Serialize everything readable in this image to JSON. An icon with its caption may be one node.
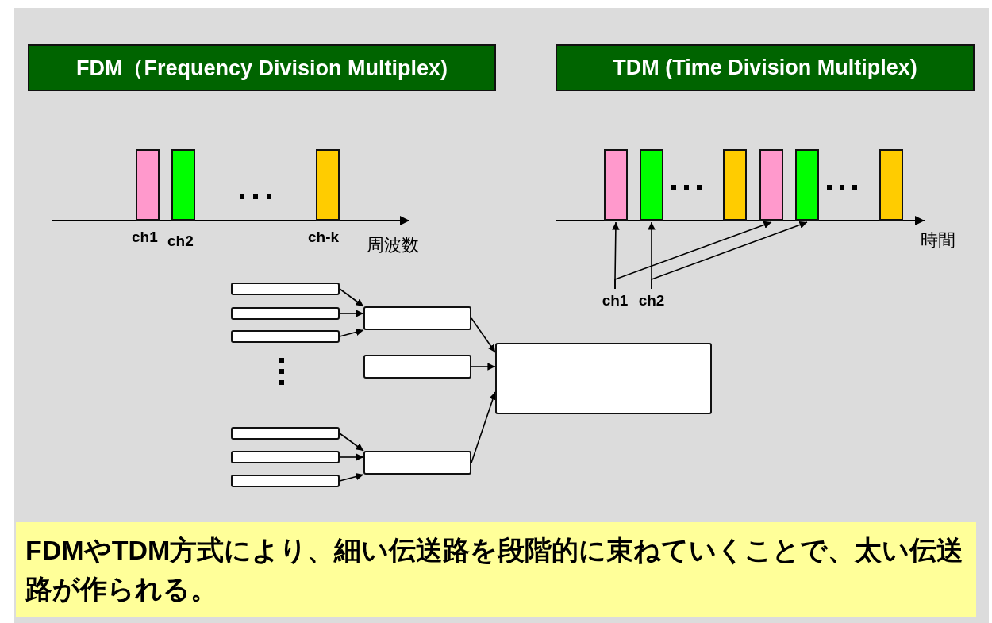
{
  "diagram": {
    "nodes": [
      {
        "text": [
          "FDM（Frequency Division Multiplex)"
        ]
      },
      {
        "text": [
          "TDM (Time Division Multiplex)"
        ]
      },
      {
        "text": [],
        "shape": "bar"
      },
      {
        "text": [],
        "shape": "bar"
      },
      {
        "text": [],
        "shape": "bar"
      },
      {
        "text": [],
        "shape": "bar"
      },
      {
        "text": [],
        "shape": "bar"
      },
      {
        "text": [],
        "shape": "bar"
      },
      {
        "text": [],
        "shape": "bar"
      },
      {
        "text": [],
        "shape": "bar"
      },
      {
        "text": [],
        "shape": "bar"
      },
      {
        "text": [
          "ch1"
        ]
      },
      {
        "text": [
          "ch2"
        ]
      },
      {
        "text": [],
        "shape": "box"
      },
      {
        "text": [],
        "shape": "box"
      },
      {
        "text": [],
        "shape": "box"
      },
      {
        "text": [],
        "shape": "box"
      },
      {
        "text": [],
        "shape": "box"
      },
      {
        "text": [],
        "shape": "box"
      },
      {
        "text": [],
        "shape": "box"
      },
      {
        "text": [],
        "shape": "box"
      },
      {
        "text": [],
        "shape": "box"
      },
      {
        "text": [],
        "shape": "box"
      },
      {
        "text": [
          "FDMやTDM方式により、細い伝送路を段階的に束ねていくことで、太い伝送路が作られる。"
        ]
      }
    ],
    "edges": [
      {
        "from": 11,
        "to": 5,
        "arrow": "to"
      },
      {
        "from": 11,
        "to": 8,
        "arrow": "to"
      },
      {
        "from": 12,
        "to": 6,
        "arrow": "to"
      },
      {
        "from": 12,
        "to": 9,
        "arrow": "to"
      },
      {
        "from": 13,
        "to": 16,
        "arrow": "to"
      },
      {
        "from": 14,
        "to": 16,
        "arrow": "to"
      },
      {
        "from": 15,
        "to": 16,
        "arrow": "to"
      },
      {
        "from": 16,
        "to": 18,
        "arrow": "to"
      },
      {
        "from": 17,
        "to": 18,
        "arrow": "to"
      },
      {
        "from": 19,
        "to": 22,
        "arrow": "to"
      },
      {
        "from": 20,
        "to": 22,
        "arrow": "to"
      },
      {
        "from": 21,
        "to": 22,
        "arrow": "to"
      },
      {
        "from": 22,
        "to": 18,
        "arrow": "to"
      }
    ],
    "labels": [
      "ch1",
      "ch2",
      "ch-k",
      "周波数",
      "時間"
    ]
  }
}
